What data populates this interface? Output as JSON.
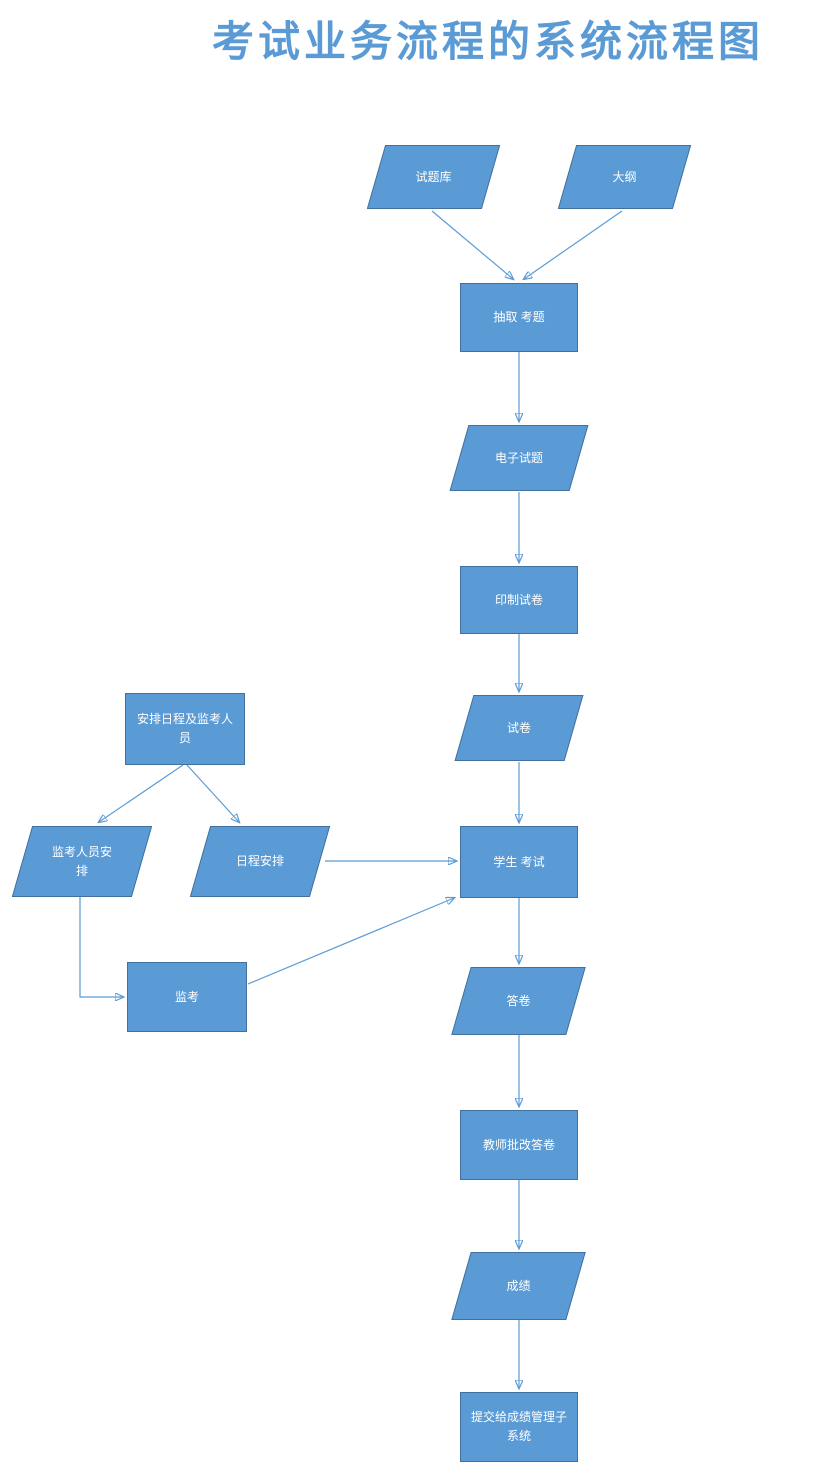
{
  "title": "考试业务流程的系统流程图",
  "colors": {
    "title": "#5B9BD5",
    "shape_fill": "#5B9BD5",
    "shape_border": "#41719C",
    "shape_text": "#FFFFFF",
    "arrow": "#5B9BD5",
    "background": "#FFFFFF"
  },
  "nodes": {
    "question_bank": {
      "label": "试题库",
      "shape": "parallelogram"
    },
    "syllabus": {
      "label": "大纲",
      "shape": "parallelogram"
    },
    "extract_questions": {
      "label": "抽取 考题",
      "shape": "rectangle"
    },
    "electronic_questions": {
      "label": "电子试题",
      "shape": "parallelogram"
    },
    "print_papers": {
      "label": "印制试卷",
      "shape": "rectangle"
    },
    "exam_paper": {
      "label": "试卷",
      "shape": "parallelogram"
    },
    "arrange_schedule": {
      "label": "安排日程及监考人员",
      "shape": "rectangle"
    },
    "proctor_arrangement": {
      "label": "监考人员安排",
      "shape": "parallelogram"
    },
    "schedule_plan": {
      "label": "日程安排",
      "shape": "parallelogram"
    },
    "student_exam": {
      "label": "学生 考试",
      "shape": "rectangle"
    },
    "proctoring": {
      "label": "监考",
      "shape": "rectangle"
    },
    "answer_sheet": {
      "label": "答卷",
      "shape": "parallelogram"
    },
    "teacher_grading": {
      "label": "教师批改答卷",
      "shape": "rectangle"
    },
    "score": {
      "label": "成绩",
      "shape": "parallelogram"
    },
    "submit_to_subsystem": {
      "label": "提交给成绩管理子系统",
      "shape": "rectangle"
    }
  },
  "edges": [
    {
      "from": "question_bank",
      "to": "extract_questions"
    },
    {
      "from": "syllabus",
      "to": "extract_questions"
    },
    {
      "from": "extract_questions",
      "to": "electronic_questions"
    },
    {
      "from": "electronic_questions",
      "to": "print_papers"
    },
    {
      "from": "print_papers",
      "to": "exam_paper"
    },
    {
      "from": "exam_paper",
      "to": "student_exam"
    },
    {
      "from": "arrange_schedule",
      "to": "proctor_arrangement"
    },
    {
      "from": "arrange_schedule",
      "to": "schedule_plan"
    },
    {
      "from": "schedule_plan",
      "to": "student_exam"
    },
    {
      "from": "proctor_arrangement",
      "to": "proctoring"
    },
    {
      "from": "proctoring",
      "to": "student_exam"
    },
    {
      "from": "student_exam",
      "to": "answer_sheet"
    },
    {
      "from": "answer_sheet",
      "to": "teacher_grading"
    },
    {
      "from": "teacher_grading",
      "to": "score"
    },
    {
      "from": "score",
      "to": "submit_to_subsystem"
    }
  ]
}
